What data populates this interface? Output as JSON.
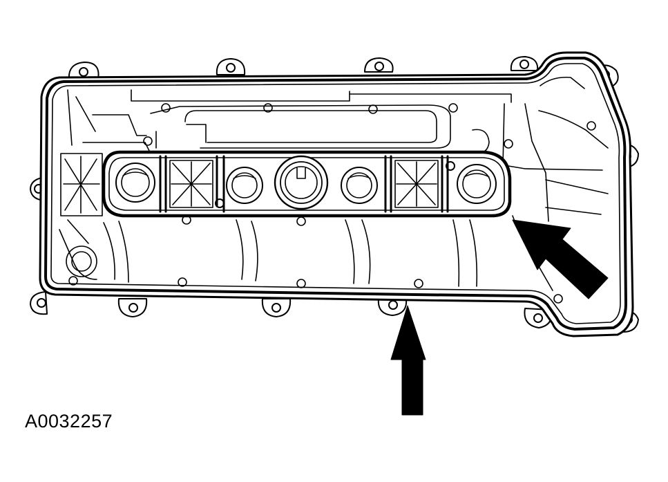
{
  "figure": {
    "id_label": "A0032257"
  },
  "colors": {
    "line": "#000000",
    "fill": "#ffffff"
  },
  "callouts": [
    {
      "name": "arrow-gasket-front",
      "icon": "up-arrow-icon"
    },
    {
      "name": "arrow-gasket-right",
      "icon": "diagonal-arrow-icon"
    }
  ]
}
